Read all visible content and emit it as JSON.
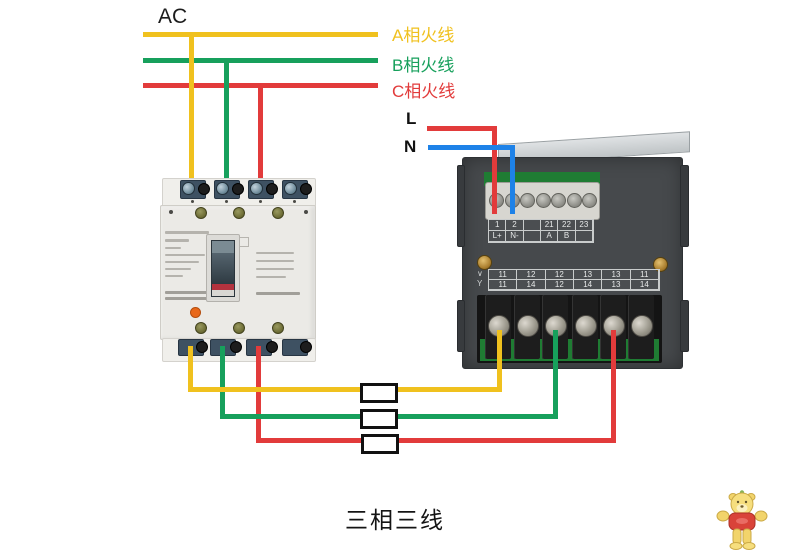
{
  "ac_label": "AC",
  "phases": [
    {
      "label": "A相火线",
      "color": "#F0C11E"
    },
    {
      "label": "B相火线",
      "color": "#17A05C"
    },
    {
      "label": "C相火线",
      "color": "#E23B3B"
    }
  ],
  "aux_supply": {
    "l_label": "L",
    "n_label": "N",
    "l_color": "#E23B3B",
    "n_color": "#1E82E8"
  },
  "meter": {
    "aux_terminal_table": {
      "top": [
        "1",
        "2",
        "",
        "21",
        "22",
        "23"
      ],
      "bottom": [
        "L+",
        "N-",
        "",
        "A",
        "B",
        ""
      ]
    },
    "io_terminal_table": {
      "row_symbols": [
        "∨",
        "Y"
      ],
      "top": [
        "11",
        "12",
        "12",
        "13",
        "13",
        "11"
      ],
      "bottom": [
        "11",
        "14",
        "12",
        "14",
        "13",
        "14"
      ]
    }
  },
  "caption": "三相三线",
  "wire_colors": {
    "phase_a": "#F0C11E",
    "phase_b": "#17A05C",
    "phase_c": "#E23B3B",
    "live": "#E23B3B",
    "neutral": "#1E82E8"
  }
}
